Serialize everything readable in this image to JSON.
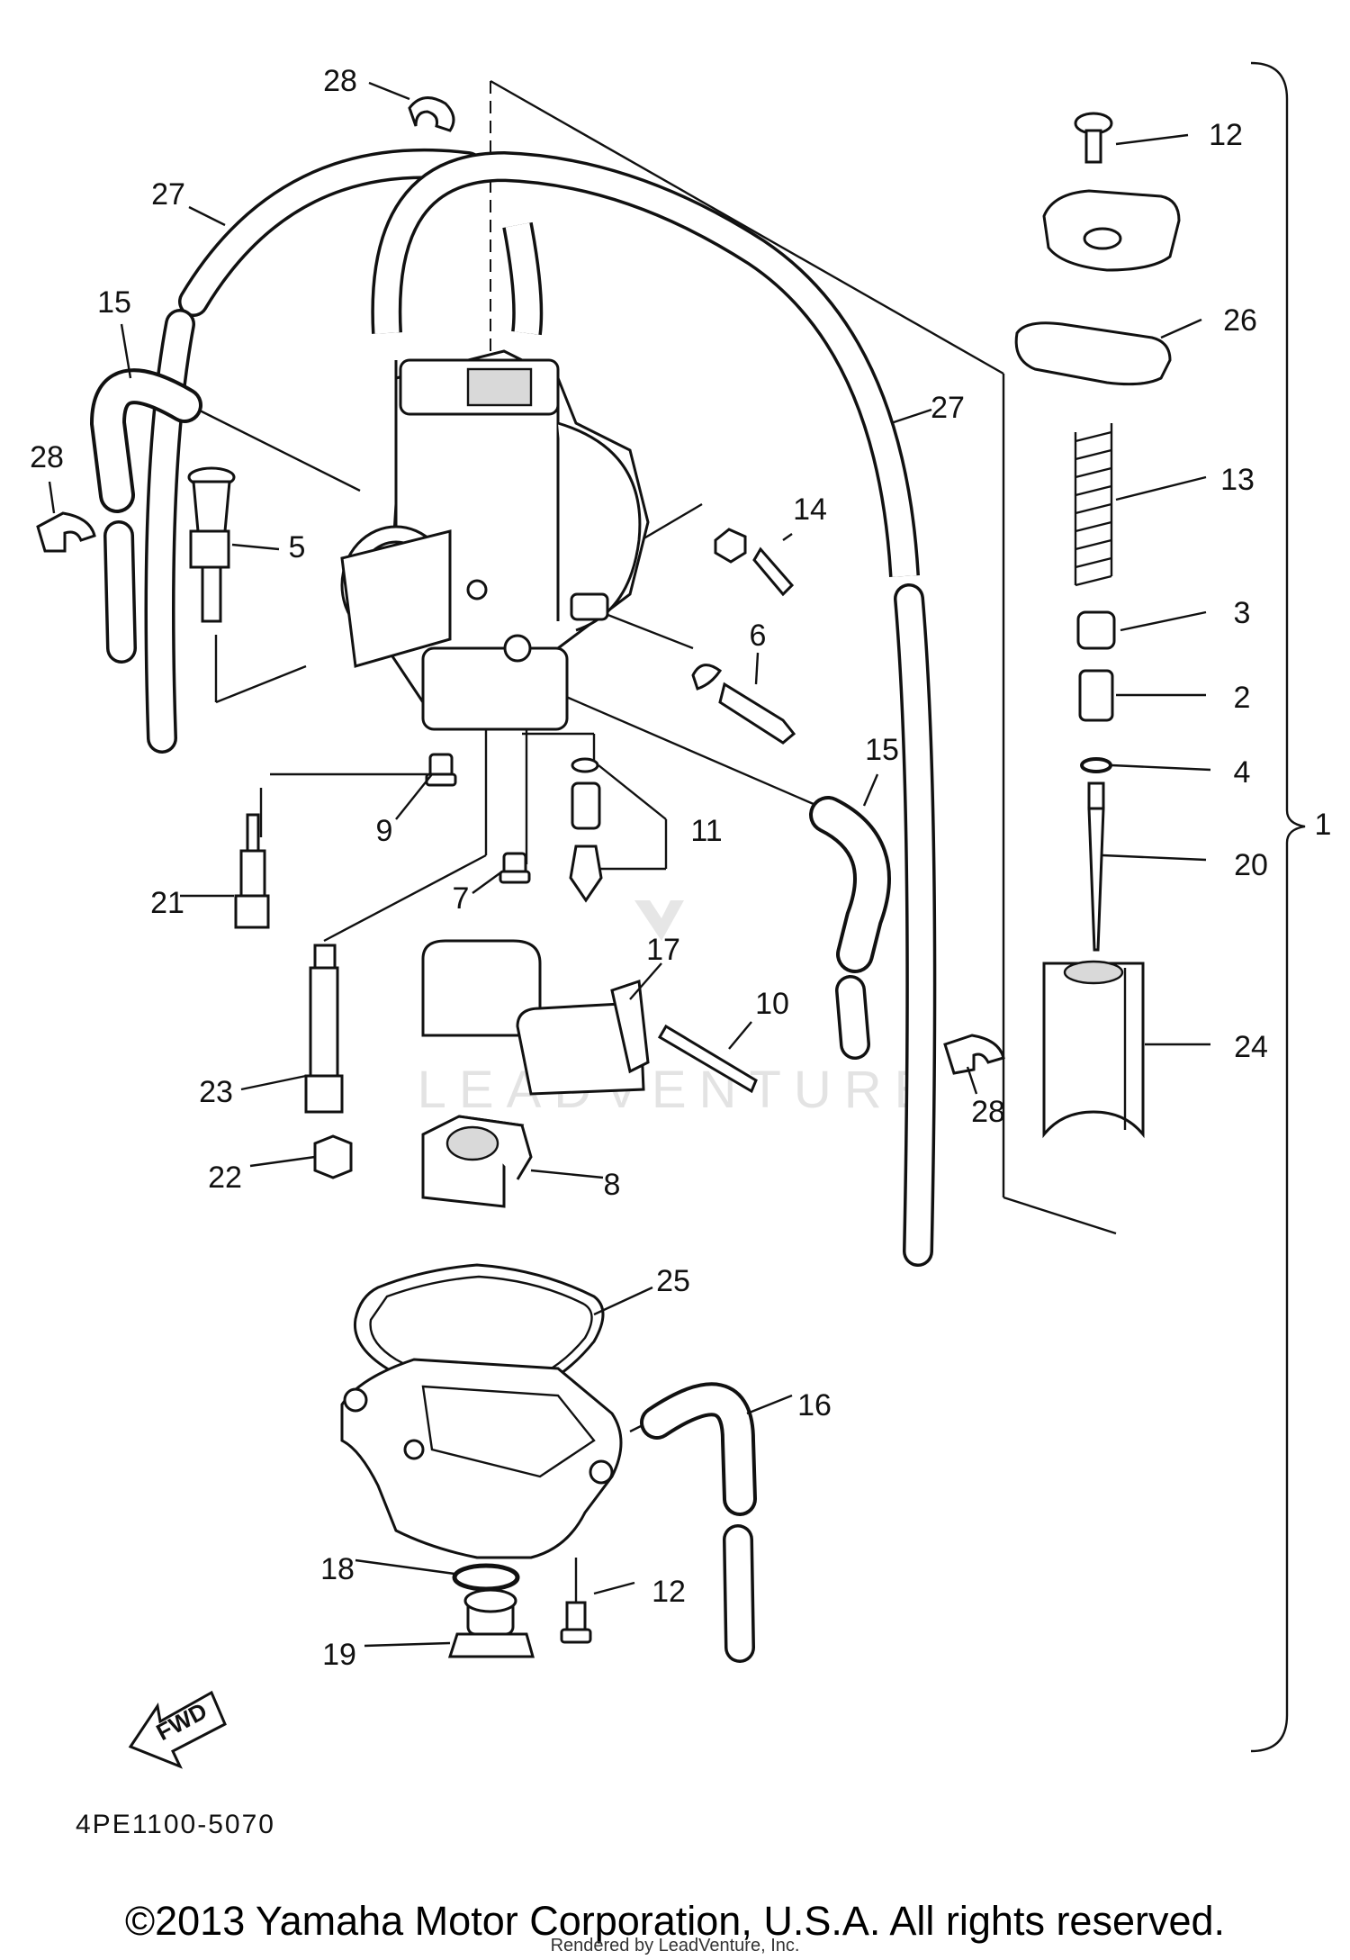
{
  "diagram": {
    "diagram_code": "4PE1100-5070",
    "fwd_label": "FWD",
    "watermark": "LEADVENTURE",
    "copyright": "©2013 Yamaha Motor Corporation, U.S.A. All rights reserved.",
    "rendered_by": "Rendered by LeadVenture, Inc.",
    "callouts": [
      {
        "id": "c28a",
        "text": "28"
      },
      {
        "id": "c27a",
        "text": "27"
      },
      {
        "id": "c15a",
        "text": "15"
      },
      {
        "id": "c28b",
        "text": "28"
      },
      {
        "id": "c5",
        "text": "5"
      },
      {
        "id": "c14",
        "text": "14"
      },
      {
        "id": "c6",
        "text": "6"
      },
      {
        "id": "c27b",
        "text": "27"
      },
      {
        "id": "c12a",
        "text": "12"
      },
      {
        "id": "c26",
        "text": "26"
      },
      {
        "id": "c13",
        "text": "13"
      },
      {
        "id": "c3",
        "text": "3"
      },
      {
        "id": "c2",
        "text": "2"
      },
      {
        "id": "c4",
        "text": "4"
      },
      {
        "id": "c20",
        "text": "20"
      },
      {
        "id": "c1",
        "text": "1"
      },
      {
        "id": "c24",
        "text": "24"
      },
      {
        "id": "c15b",
        "text": "15"
      },
      {
        "id": "c28c",
        "text": "28"
      },
      {
        "id": "c9",
        "text": "9"
      },
      {
        "id": "c11",
        "text": "11"
      },
      {
        "id": "c21",
        "text": "21"
      },
      {
        "id": "c7",
        "text": "7"
      },
      {
        "id": "c17",
        "text": "17"
      },
      {
        "id": "c10",
        "text": "10"
      },
      {
        "id": "c23",
        "text": "23"
      },
      {
        "id": "c22",
        "text": "22"
      },
      {
        "id": "c8",
        "text": "8"
      },
      {
        "id": "c25",
        "text": "25"
      },
      {
        "id": "c16",
        "text": "16"
      },
      {
        "id": "c18",
        "text": "18"
      },
      {
        "id": "c12b",
        "text": "12"
      },
      {
        "id": "c19",
        "text": "19"
      }
    ]
  }
}
